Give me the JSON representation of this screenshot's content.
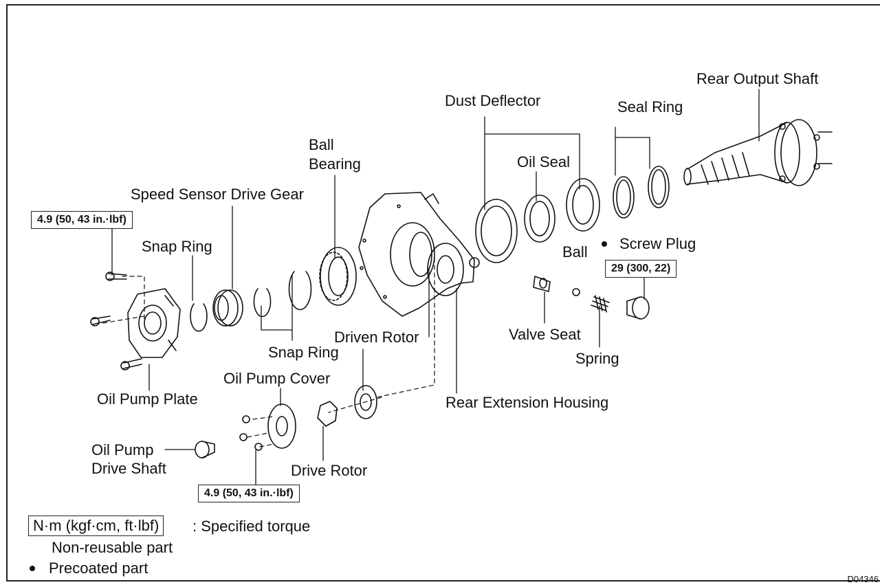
{
  "labels": {
    "rear_output_shaft": "Rear Output Shaft",
    "dust_deflector": "Dust Deflector",
    "seal_ring": "Seal Ring",
    "ball_bearing_1": "Ball",
    "ball_bearing_2": "Bearing",
    "oil_seal": "Oil Seal",
    "speed_sensor_drive_gear": "Speed Sensor Drive Gear",
    "snap_ring_top": "Snap Ring",
    "ball": "Ball",
    "screw_plug": "Screw Plug",
    "valve_seat": "Valve Seat",
    "driven_rotor": "Driven Rotor",
    "snap_ring_bottom": "Snap Ring",
    "spring": "Spring",
    "oil_pump_cover": "Oil Pump Cover",
    "oil_pump_plate": "Oil Pump Plate",
    "rear_extension_housing": "Rear Extension Housing",
    "oil_pump_drive_shaft_1": "Oil Pump",
    "oil_pump_drive_shaft_2": "Drive Shaft",
    "drive_rotor": "Drive Rotor"
  },
  "torques": {
    "plate_bolts": "4.9 (50, 43 in.·lbf)",
    "screw_plug": "29 (300, 22)",
    "cover_screws": "4.9 (50, 43 in.·lbf)"
  },
  "legend": {
    "torque_unit": "N·m (kgf·cm, ft·lbf)",
    "torque_desc": ": Specified torque",
    "non_reusable": "Non-reusable part",
    "precoated": "Precoated part"
  },
  "figure_code": "D04346"
}
